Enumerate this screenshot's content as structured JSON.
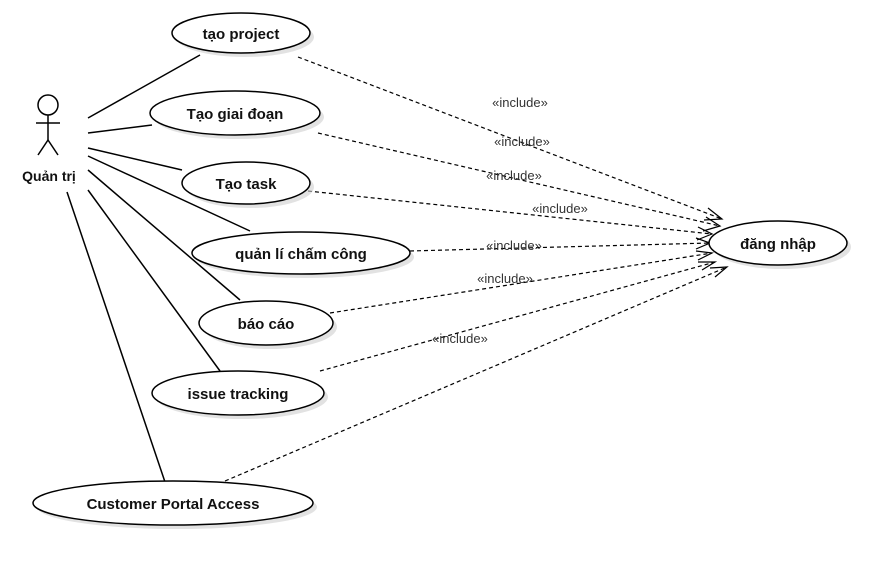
{
  "actor": {
    "name": "Quản trị"
  },
  "use_cases": {
    "tao_project": "tạo project",
    "tao_giai_doan": "Tạo giai đoạn",
    "tao_task": "Tạo task",
    "quan_li_cham_cong": "quản lí chấm công",
    "bao_cao": "báo cáo",
    "issue_tracking": "issue tracking",
    "customer_portal": "Customer Portal Access",
    "dang_nhap": "đăng nhập"
  },
  "relations": {
    "include_label": "«include»"
  }
}
